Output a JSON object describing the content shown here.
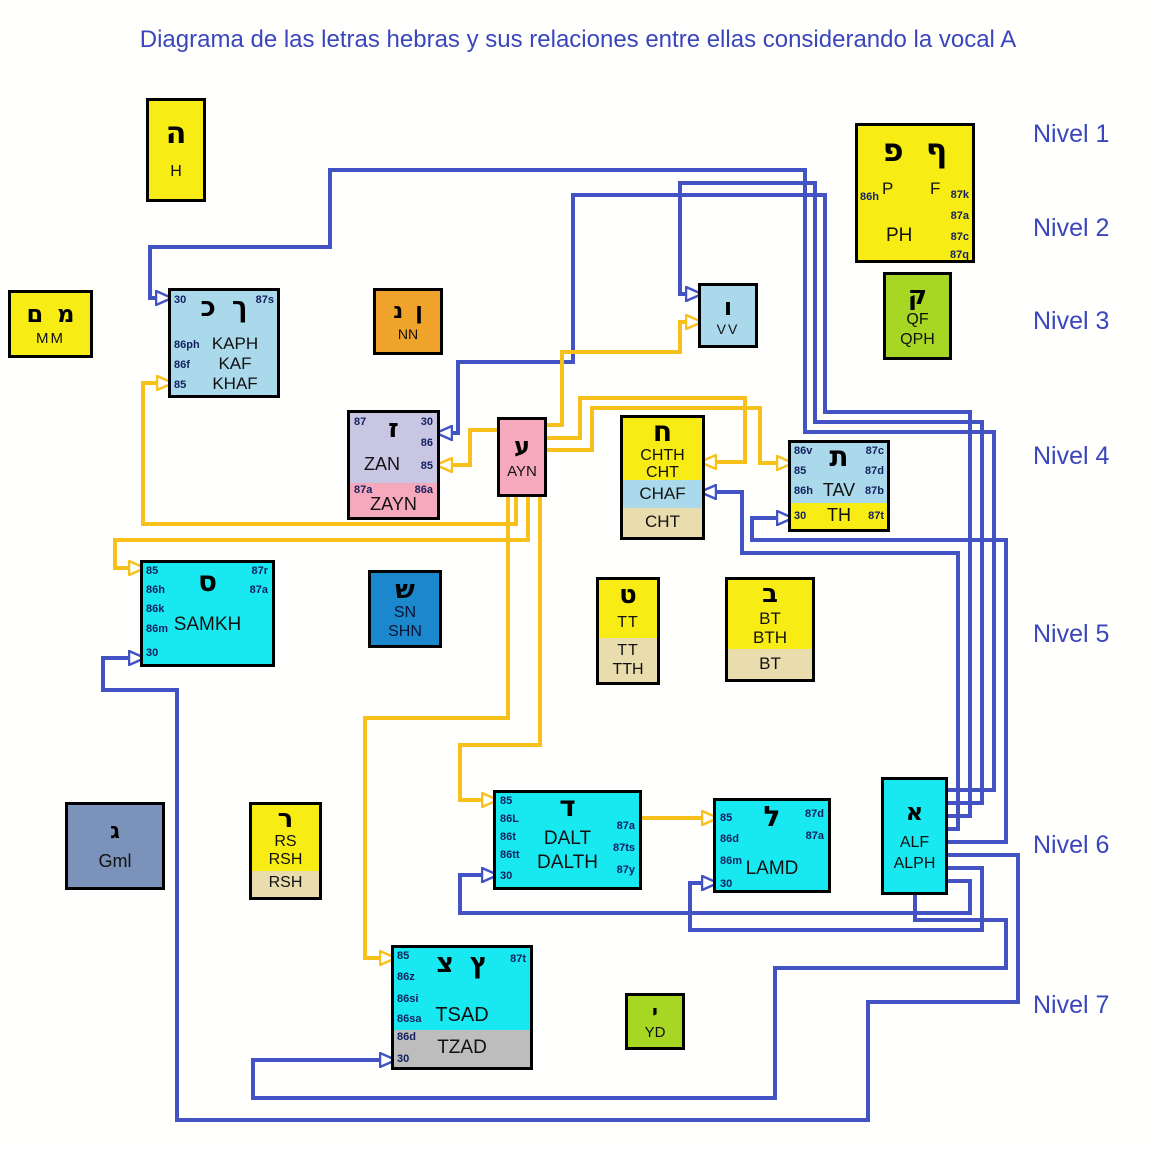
{
  "title": "Diagrama de las letras hebras y sus relaciones entre ellas considerando la vocal A",
  "colors": {
    "blue_line": "#4353c4",
    "yellow_line": "#f8c01a",
    "heading_text": "#3a46bb"
  },
  "levels": [
    {
      "label": "Nivel 1"
    },
    {
      "label": "Nivel 2"
    },
    {
      "label": "Nivel 3"
    },
    {
      "label": "Nivel 4"
    },
    {
      "label": "Nivel 5"
    },
    {
      "label": "Nivel 6"
    },
    {
      "label": "Nivel 7"
    }
  ],
  "boxes": {
    "h": {
      "letter": "ה",
      "label": "H"
    },
    "ph": {
      "letter1": "פ",
      "letter2": "ף",
      "p": "P",
      "f": "F",
      "left_tag": "86h",
      "right_tags": [
        "87k",
        "87a",
        "87c",
        "87q"
      ],
      "label": "PH"
    },
    "mm": {
      "letter1": "ם",
      "letter2": "מ",
      "label": "MM"
    },
    "kaph": {
      "tl": "30",
      "tr": "87s",
      "letter1": "כ",
      "letter2": "ך",
      "rows": [
        {
          "tag": "86ph",
          "label": "KAPH"
        },
        {
          "tag": "86f",
          "label": "KAF"
        },
        {
          "tag": "85",
          "label": "KHAF"
        }
      ]
    },
    "nn": {
      "letter1": "נ",
      "letter2": "ן",
      "label": "NN"
    },
    "vv": {
      "letter": "ו",
      "label": "VV"
    },
    "qf": {
      "letter": "ק",
      "label1": "QF",
      "label2": "QPH"
    },
    "zan": {
      "tl": "87",
      "tr": "30",
      "r1": "86",
      "r2": "85",
      "letter": "ז",
      "label": "ZAN",
      "bottom": {
        "l": "87a",
        "r": "86a",
        "label": "ZAYN"
      }
    },
    "ayn": {
      "letter": "ע",
      "label": "AYN"
    },
    "chth": {
      "letter": "ח",
      "label1": "CHTH",
      "label2": "CHT",
      "band1": "CHAF",
      "band2": "CHT"
    },
    "tav": {
      "left_tags": [
        "86v",
        "85",
        "86h"
      ],
      "right_tags": [
        "87c",
        "87d",
        "87b"
      ],
      "letter": "ת",
      "label": "TAV",
      "band": {
        "l": "30",
        "label": "TH",
        "r": "87t"
      }
    },
    "samkh": {
      "left_tags": [
        "85",
        "86h",
        "86k",
        "86m",
        "30"
      ],
      "right_tags": [
        "87r",
        "87a"
      ],
      "letter": "ס",
      "label": "SAMKH"
    },
    "sn": {
      "letter": "ש",
      "label1": "SN",
      "label2": "SHN"
    },
    "tt": {
      "letter": "ט",
      "label1": "TT",
      "band1": "TT",
      "band2": "TTH"
    },
    "bt": {
      "letter": "ב",
      "label1": "BT",
      "label2": "BTH",
      "band": "BT"
    },
    "gml": {
      "letter": "ג",
      "label": "Gml"
    },
    "rs": {
      "letter": "ר",
      "label1": "RS",
      "label2": "RSH",
      "band": "RSH"
    },
    "dalt": {
      "left_tags": [
        "85",
        "86L",
        "86t",
        "86tt",
        "30"
      ],
      "right_tags": [
        "87a",
        "87ts",
        "87y"
      ],
      "letter": "ד",
      "label1": "DALT",
      "label2": "DALTH"
    },
    "lamd": {
      "left_tags": [
        "85",
        "86d",
        "86m",
        "30"
      ],
      "right_tags": [
        "87d",
        "87a"
      ],
      "letter": "ל",
      "label": "LAMD"
    },
    "alf": {
      "letter": "א",
      "label1": "ALF",
      "label2": "ALPH"
    },
    "tsad": {
      "left_tags": [
        "85",
        "86z",
        "86si",
        "86sa"
      ],
      "right_tag": "87t",
      "letter1": "צ",
      "letter2": "ץ",
      "label": "TSAD",
      "bottom": {
        "tag": "86d",
        "label": "TZAD",
        "tag2": "30"
      }
    },
    "yd": {
      "letter": "י",
      "label": "YD"
    }
  },
  "arrows": {
    "blue_targets": [
      "KAPH 30",
      "VV",
      "ZAN 30",
      "CHAF",
      "TAV TH 30",
      "SAMKH 30",
      "LAMD 30",
      "DALT 30",
      "TZAD 30"
    ],
    "yellow_targets": [
      "KHAF 85",
      "VV",
      "ZAN 85",
      "CHTH",
      "TAV 85",
      "SAMKH 85",
      "DALT 85",
      "LAMD 85",
      "TSAD 85"
    ]
  }
}
